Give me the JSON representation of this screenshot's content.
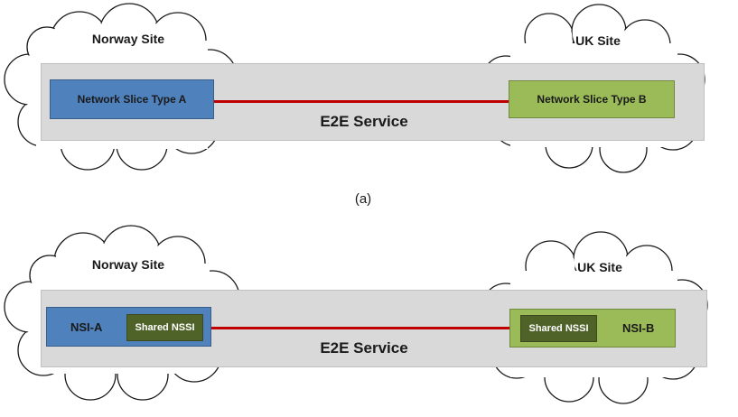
{
  "diagram_a": {
    "left_site": "Norway Site",
    "right_site": "UK Site",
    "left_box": "Network Slice Type A",
    "right_box": "Network Slice Type B",
    "service": "E2E Service",
    "caption": "(a)"
  },
  "diagram_b": {
    "left_site": "Norway Site",
    "right_site": "UK Site",
    "left_box": "NSI-A",
    "left_chip": "Shared NSSI",
    "right_box": "NSI-B",
    "right_chip": "Shared NSSI",
    "service": "E2E Service"
  },
  "colors": {
    "band": "#d9d9d9",
    "blue": "#4f81bd",
    "green": "#9bbb59",
    "dark_green": "#4f6228",
    "link_red": "#c00000"
  }
}
